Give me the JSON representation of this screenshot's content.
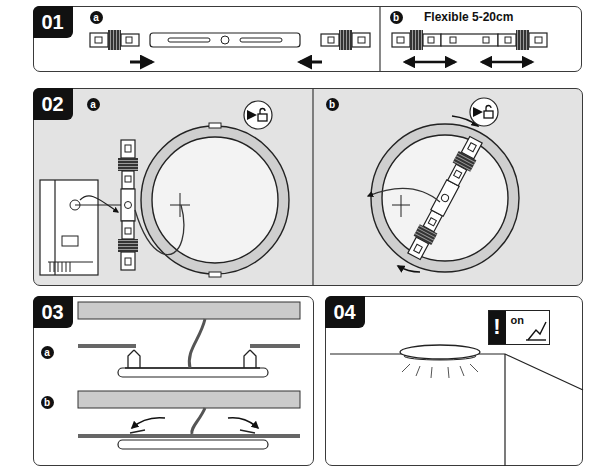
{
  "diagram": {
    "nodes": [
      {
        "text": [
          "01"
        ]
      },
      {
        "text": [
          "a"
        ],
        "in": 0
      },
      {
        "text": [
          "b"
        ],
        "in": 0
      },
      {
        "text": [
          "02"
        ]
      },
      {
        "text": [
          "a"
        ],
        "in": 3
      },
      {
        "text": [
          "b"
        ],
        "in": 3
      },
      {
        "text": [
          "03"
        ]
      },
      {
        "text": [
          "a"
        ],
        "in": 6
      },
      {
        "text": [
          "b"
        ],
        "in": 6
      },
      {
        "text": [
          "04"
        ]
      },
      {
        "text": [
          "!",
          "on"
        ],
        "in": 9
      }
    ],
    "labels": [
      "Flexible 5-20cm"
    ]
  }
}
